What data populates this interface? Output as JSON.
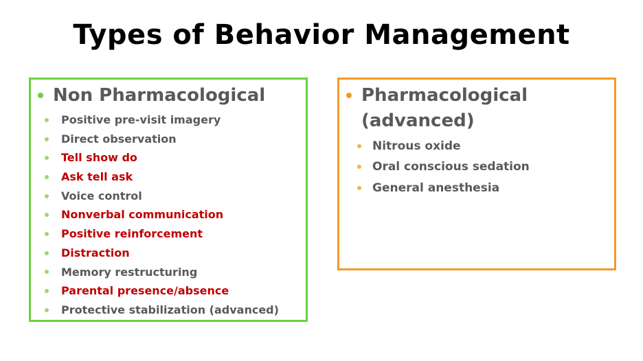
{
  "title": "Types of Behavior Management",
  "colors": {
    "left_border": "#6bd13e",
    "right_border": "#f39a24",
    "heading_text": "#595959",
    "highlight_text": "#c00000"
  },
  "left": {
    "heading": "Non Pharmacological",
    "items": [
      {
        "label": "Positive pre-visit imagery",
        "highlight": false
      },
      {
        "label": "Direct observation",
        "highlight": false
      },
      {
        "label": "Tell show do",
        "highlight": true
      },
      {
        "label": "Ask tell ask",
        "highlight": true
      },
      {
        "label": "Voice control",
        "highlight": false
      },
      {
        "label": "Nonverbal communication",
        "highlight": true
      },
      {
        "label": "Positive reinforcement",
        "highlight": true
      },
      {
        "label": "Distraction",
        "highlight": true
      },
      {
        "label": "Memory restructuring",
        "highlight": false
      },
      {
        "label": "Parental presence/absence",
        "highlight": true
      },
      {
        "label": "Protective stabilization (advanced)",
        "highlight": false
      }
    ]
  },
  "right": {
    "heading_line1": "Pharmacological",
    "heading_line2": "(advanced)",
    "items": [
      {
        "label": "Nitrous oxide"
      },
      {
        "label": "Oral conscious sedation"
      },
      {
        "label": "General anesthesia"
      }
    ]
  }
}
